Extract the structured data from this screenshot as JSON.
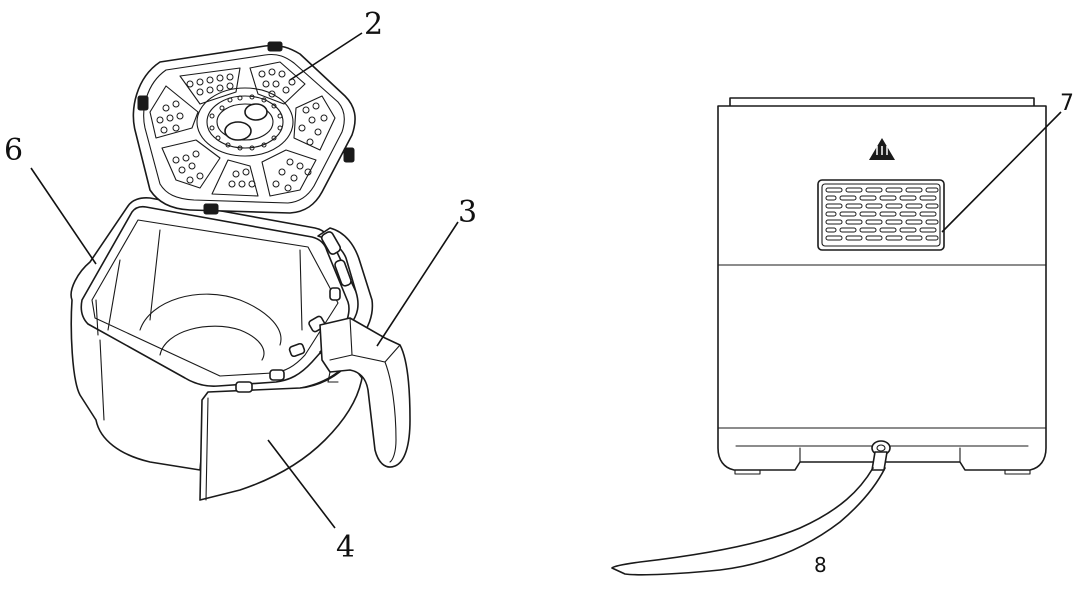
{
  "callouts": {
    "basket_tray": "2",
    "handle": "3",
    "basket_front": "4",
    "basket": "6",
    "air_outlet": "7",
    "power_cord": "8"
  },
  "icons": {
    "warning": "hot-surface-warning-icon"
  },
  "colors": {
    "line": "#1a1a1a",
    "background": "#ffffff"
  }
}
